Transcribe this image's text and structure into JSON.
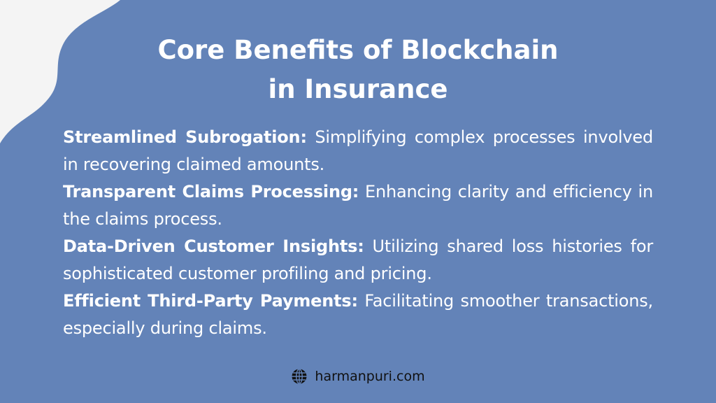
{
  "slide": {
    "title_line1": "Core Benefits of Blockchain",
    "title_line2": "in Insurance"
  },
  "benefits": [
    {
      "heading": "Streamlined Subrogation:",
      "text": "Simplifying complex processes involved in recovering claimed amounts."
    },
    {
      "heading": "Transparent Claims Processing:",
      "text": "Enhancing clarity and efficiency in the claims process."
    },
    {
      "heading": "Data-Driven Customer Insights:",
      "text": "Utilizing shared loss histories for sophisticated customer profiling and pricing."
    },
    {
      "heading": "Efficient Third-Party Payments:",
      "text": "Facilitating smoother transactions, especially during claims."
    }
  ],
  "footer": {
    "icon": "globe-icon",
    "website": "harmanpuri.com"
  },
  "colors": {
    "background": "#6383b8",
    "corner_blob": "#f4f4f4",
    "text": "#ffffff",
    "footer_text": "#111111"
  }
}
